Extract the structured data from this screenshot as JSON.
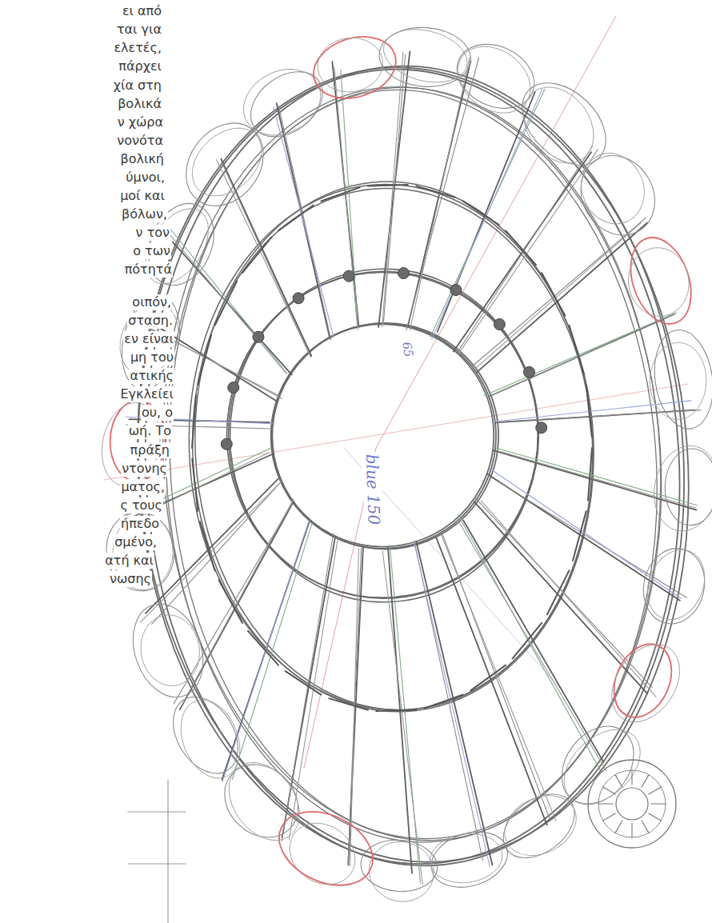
{
  "diagram": {
    "labels": [
      "ει από",
      "ται για",
      "ελετές,",
      "πάρχει",
      "χία στη",
      "βολικά",
      "ν χώρα",
      "νονότα",
      "βολική",
      "ύμνοι,",
      "μοί και",
      "βόλων,",
      "ν τον",
      "ο των",
      "πότητά",
      "οιπόν,",
      "σταση.",
      "εν είναι",
      "μη του",
      "ατικής",
      "Εγκλείει",
      "ου, ο",
      "ωή. Το",
      "πράξη",
      "ντονης",
      "ματος,",
      "ς τους",
      "ήπεδο",
      "σμένο,",
      "ατή και",
      "νωσης",
      "65",
      "blue 150"
    ]
  }
}
